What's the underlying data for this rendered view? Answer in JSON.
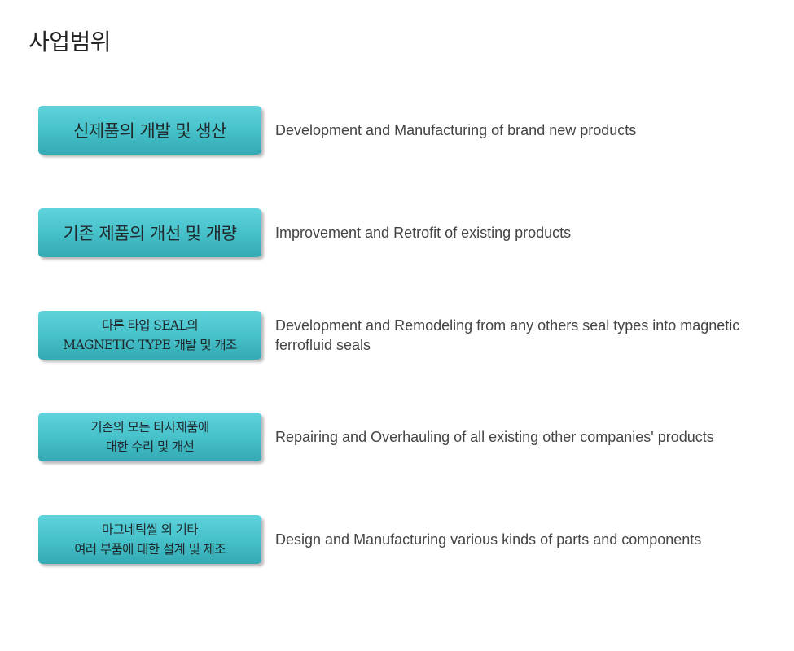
{
  "title": "사업범위",
  "items": [
    {
      "badge": "신제품의 개발 및 생산",
      "description": "Development and Manufacturing of brand new products"
    },
    {
      "badge": "기존 제품의 개선 및 개량",
      "description": "Improvement and Retrofit of existing products"
    },
    {
      "badge": "다른 타입 SEAL의\nMAGNETIC TYPE 개발 및 개조",
      "description": "Development and Remodeling from any others seal types into magnetic ferrofluid seals"
    },
    {
      "badge": "기존의 모든 타사제품에\n대한 수리 및 개선",
      "description": "Repairing and Overhauling of all existing other companies' products"
    },
    {
      "badge": "마그네틱씰 외 기타\n여러 부품에 대한 설계 및 제조",
      "description": "Design and Manufacturing various kinds of parts and components"
    }
  ]
}
